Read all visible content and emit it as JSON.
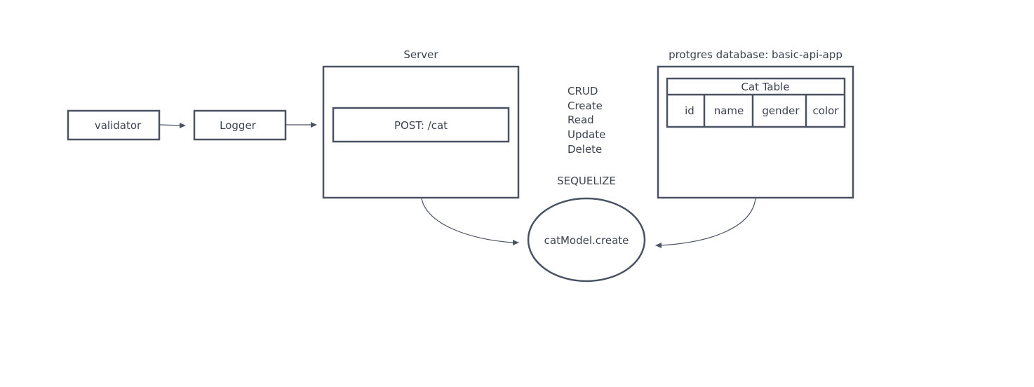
{
  "validator": {
    "label": "validator"
  },
  "logger": {
    "label": "Logger"
  },
  "server": {
    "title": "Server",
    "route": "POST: /cat"
  },
  "crud": {
    "lines": [
      "CRUD",
      "Create",
      "Read",
      "Update",
      "Delete"
    ]
  },
  "orm": {
    "label": "SEQUELIZE",
    "method": "catModel.create"
  },
  "database": {
    "title": "protgres database: basic-api-app",
    "table": {
      "name": "Cat Table",
      "columns": [
        "id",
        "name",
        "gender",
        "color"
      ]
    }
  },
  "colors": {
    "stroke": "#4a5263",
    "text": "#3c4250",
    "background": "#ffffff"
  }
}
